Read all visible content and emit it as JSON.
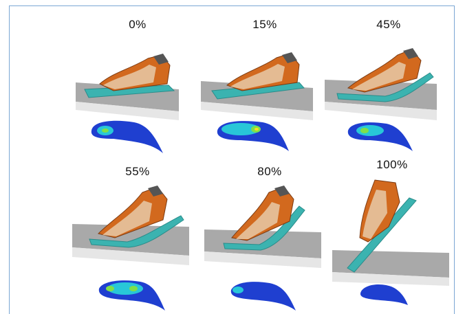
{
  "figure": {
    "panels": [
      {
        "label": "0%",
        "progress": 0
      },
      {
        "label": "15%",
        "progress": 15
      },
      {
        "label": "45%",
        "progress": 45
      },
      {
        "label": "55%",
        "progress": 55
      },
      {
        "label": "80%",
        "progress": 80
      },
      {
        "label": "100%",
        "progress": 100
      }
    ],
    "colors": {
      "ground_top": "#a9a9a9",
      "ground_front": "#e6e6e6",
      "plate": "#3bb3b0",
      "plate_mesh": "#2a8c8a",
      "foot_orange": "#d2691e",
      "foot_dark": "#7a3a12",
      "bone": "#e8d0b0",
      "map_blue": "#1f3fd0",
      "map_cyan": "#28c7d8",
      "map_green": "#7fe04a",
      "map_yellow": "#ffe020"
    }
  }
}
